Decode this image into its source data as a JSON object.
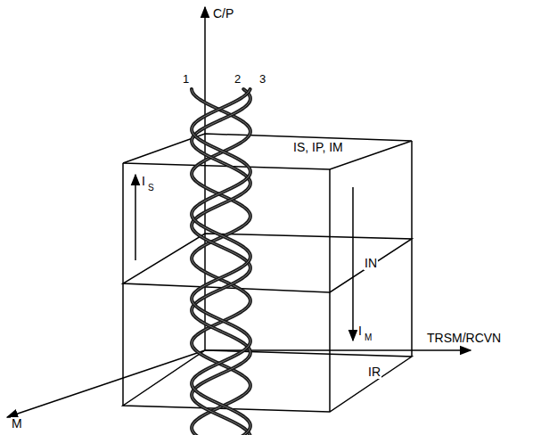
{
  "diagram": {
    "labels": [
      "C/P",
      "1",
      "2",
      "3",
      "IS, IP, IM",
      "I",
      "S",
      "IN",
      "I",
      "M",
      "IR",
      "TRSM/RCVN",
      "M"
    ]
  }
}
